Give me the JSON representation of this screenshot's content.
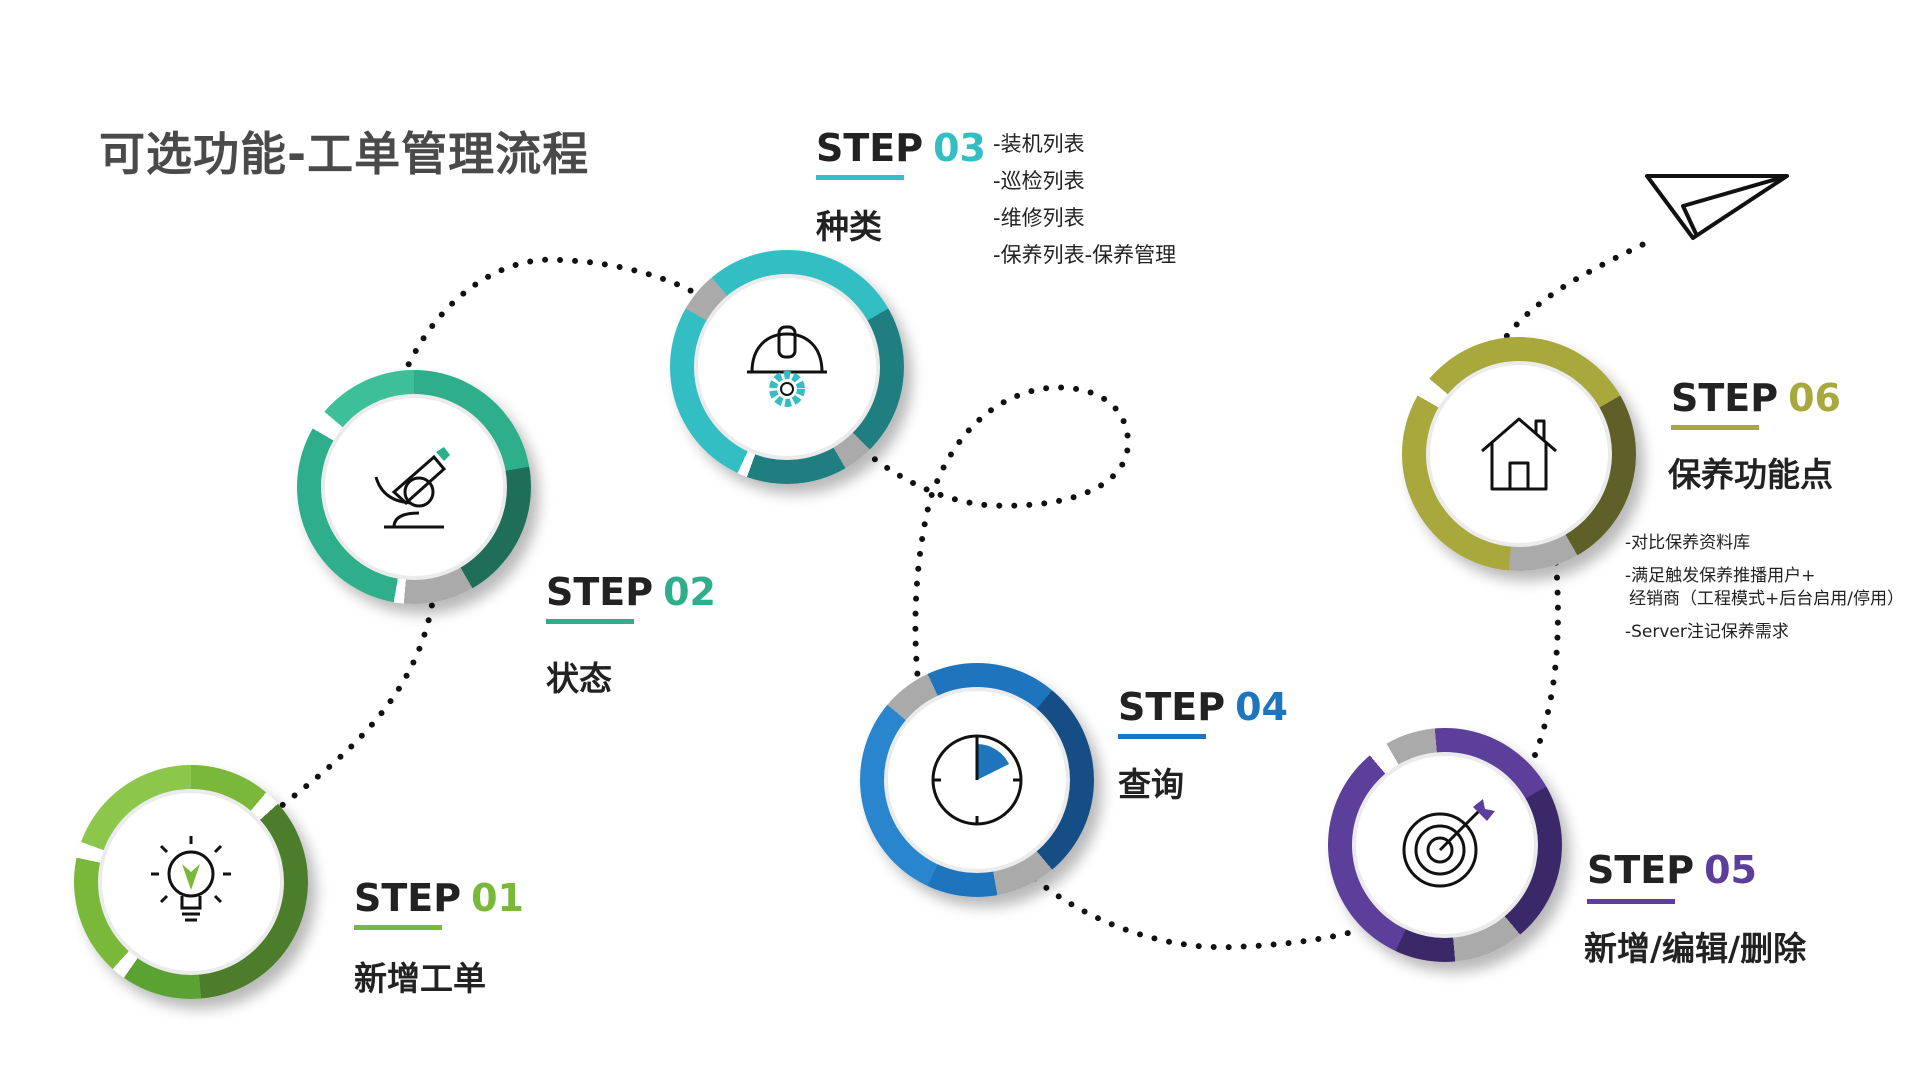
{
  "title": "可选功能-工单管理流程",
  "steps": [
    {
      "step": "STEP",
      "num": "01",
      "label": "新增工单",
      "color": "#7ab83a",
      "dark": "#4b7d2b",
      "icon": "lightbulb-icon"
    },
    {
      "step": "STEP",
      "num": "02",
      "label": "状态",
      "color": "#2fae8c",
      "dark": "#1f6e58",
      "icon": "microscope-icon"
    },
    {
      "step": "STEP",
      "num": "03",
      "label": "种类",
      "color": "#33bec3",
      "dark": "#1f7f80",
      "icon": "helmet-gear-icon",
      "items": [
        "-装机列表",
        "-巡检列表",
        "-维修列表",
        "-保养列表-保养管理"
      ]
    },
    {
      "step": "STEP",
      "num": "04",
      "label": "查询",
      "color": "#1e74bd",
      "dark": "#144e85",
      "icon": "clock-icon"
    },
    {
      "step": "STEP",
      "num": "05",
      "label": "新增/编辑/删除",
      "color": "#5b3f9b",
      "dark": "#3b2868",
      "icon": "target-icon"
    },
    {
      "step": "STEP",
      "num": "06",
      "label": "保养功能点",
      "color": "#a8a83c",
      "dark": "#5f5f28",
      "icon": "house-icon",
      "items": [
        "-对比保养资料库",
        "-满足触发保养推播用户+",
        "经销商（工程模式+后台启用/停用）",
        "-Server注记保养需求"
      ]
    }
  ]
}
